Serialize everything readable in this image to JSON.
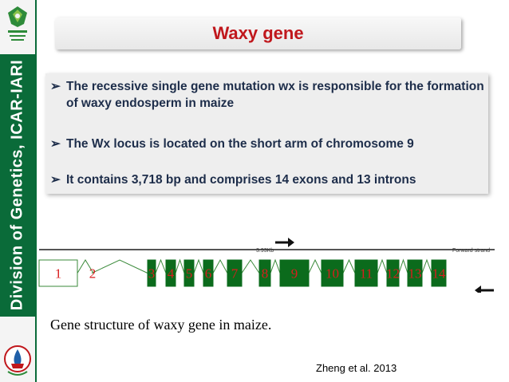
{
  "sidebar": {
    "label": "Division of Genetics, ICAR-IARI",
    "band_color": "#0a6b39"
  },
  "title": "Waxy gene",
  "bullets": [
    "The recessive single gene mutation wx is responsible for the formation of waxy endosperm in maize",
    "The Wx locus is located on the short arm of chromosome 9",
    "It contains 3,718 bp and comprises 14 exons and 13 introns"
  ],
  "diagram": {
    "scale_label": "3.93Kb",
    "strand_label": "Forward strand",
    "exons": [
      "1",
      "2",
      "3",
      "4",
      "5",
      "6",
      "7",
      "8",
      "9",
      "10",
      "11",
      "12",
      "13",
      "14"
    ],
    "exon_fill": "#0b6b1c",
    "exon_number_color": "#d81e1e"
  },
  "caption": "Gene structure of waxy gene in maize.",
  "reference": "Zheng  et al. 2013"
}
